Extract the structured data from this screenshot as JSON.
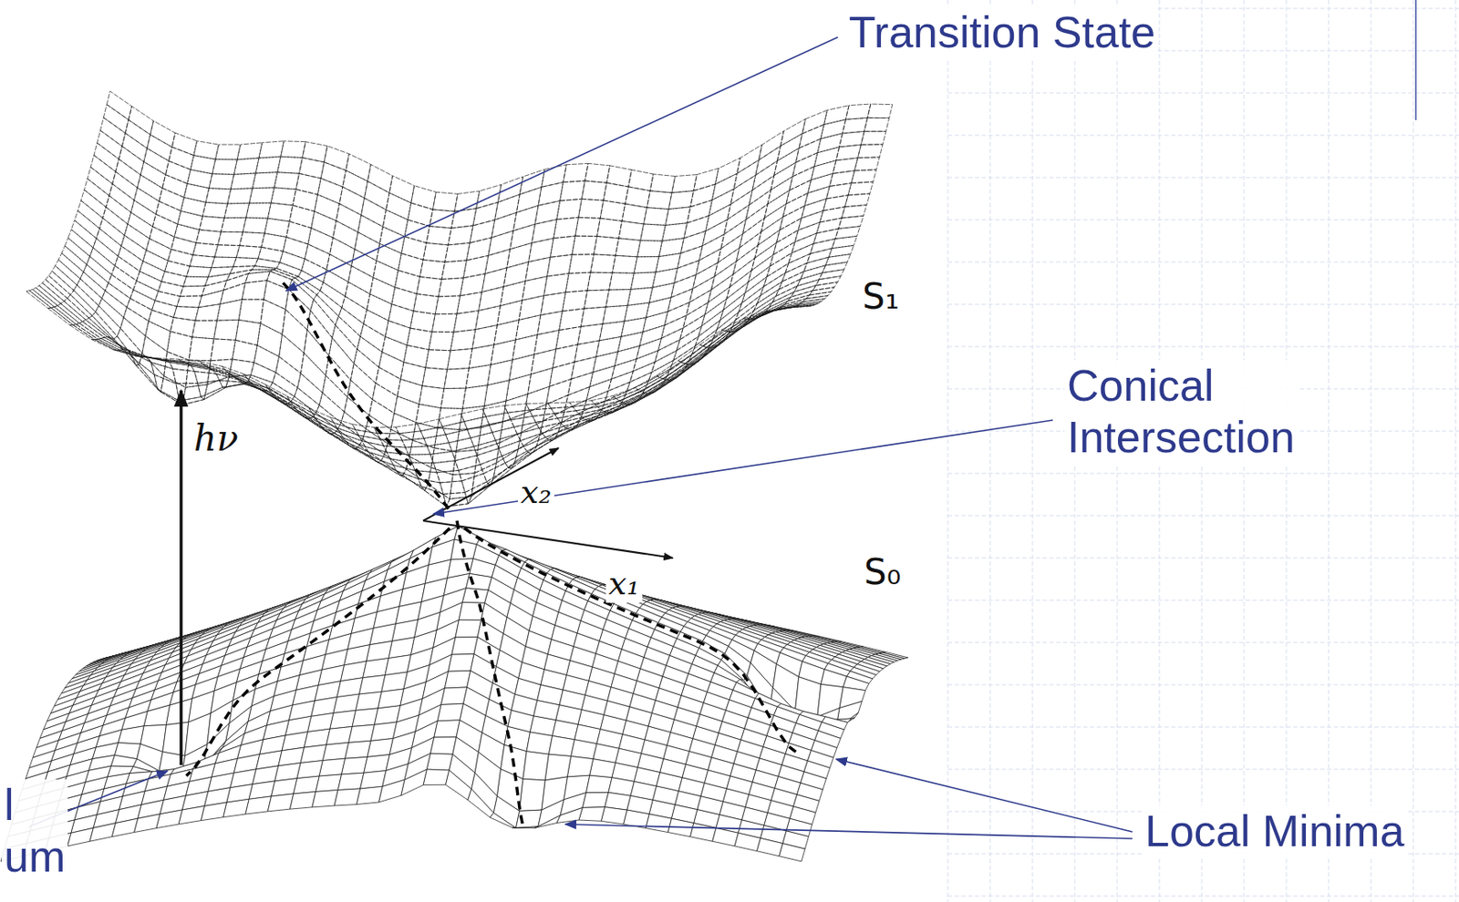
{
  "diagram": {
    "labels": [
      "Transition State",
      "S₁",
      "hν",
      "Conical Intersection",
      "x₂",
      "x₁",
      "S₀",
      "l um",
      "Local Minima"
    ]
  }
}
